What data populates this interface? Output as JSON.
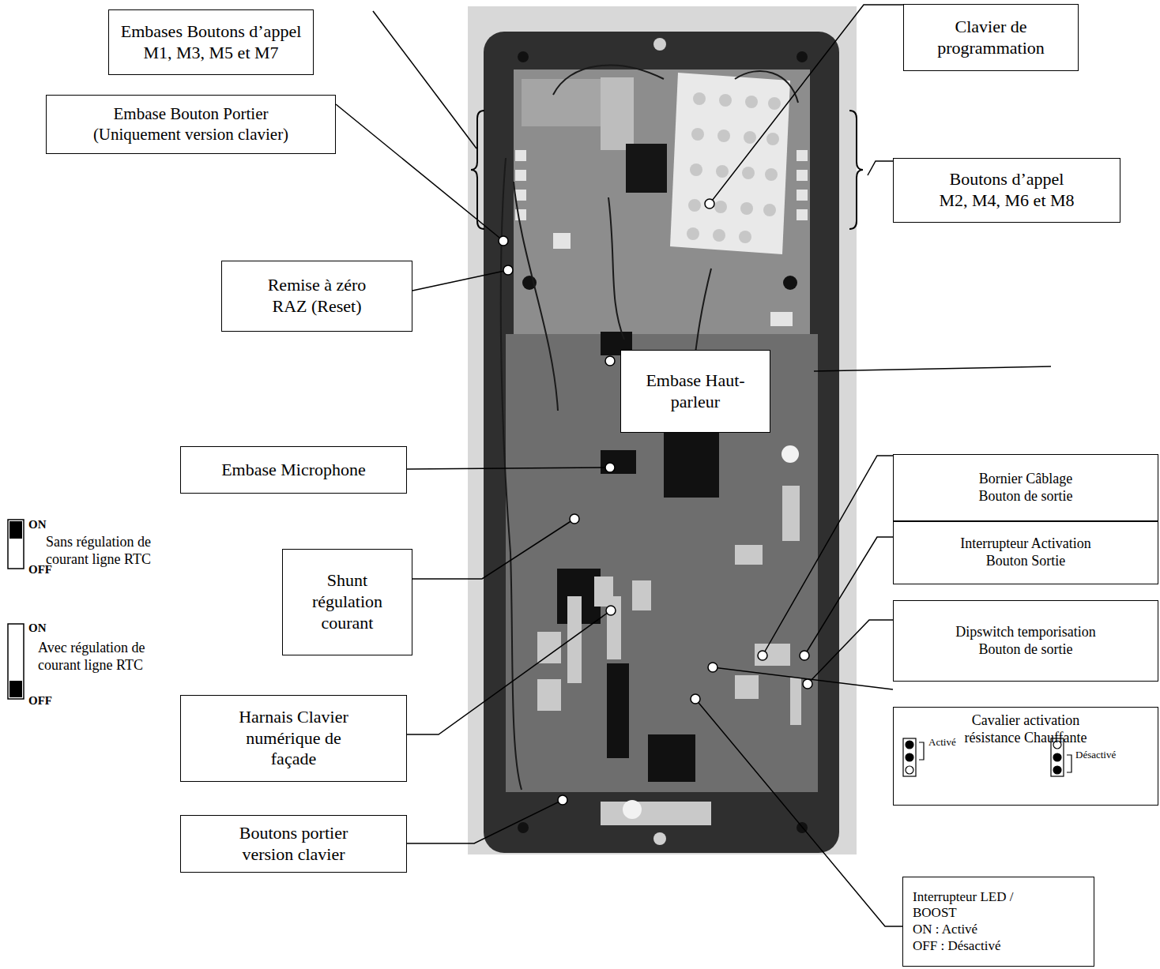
{
  "diagram": {
    "nodes": [
      {
        "text": [
          "Embases Boutons d’appel M1, M3, M5 et M7"
        ]
      },
      {
        "text": [
          "Clavier de programmation"
        ]
      },
      {
        "text": [
          "Embase Bouton Portier (Uniquement version clavier)"
        ]
      },
      {
        "text": [
          "Boutons d’appel M2, M4, M6 et M8"
        ]
      },
      {
        "text": [
          "Remise à zéro RAZ (Reset)"
        ]
      },
      {
        "text": [
          "Embase Haut-parleur"
        ]
      },
      {
        "text": [
          "Embase Microphone"
        ]
      },
      {
        "text": [
          "Bornier Câblage Bouton de sortie"
        ]
      },
      {
        "text": [
          "Interrupteur Activation Bouton Sortie"
        ]
      },
      {
        "text": [
          "Shunt régulation courant"
        ]
      },
      {
        "text": [
          "Dipswitch temporisation Bouton de sortie"
        ]
      },
      {
        "text": [
          "Harnais Clavier numérique de façade"
        ]
      },
      {
        "text": [
          "Cavalier activation résistance Chauffante",
          "Activé",
          "Désactivé"
        ]
      },
      {
        "text": [
          "Boutons portier version clavier"
        ]
      },
      {
        "text": [
          "Interrupteur LED / BOOST",
          "ON : Activé",
          "OFF : Désactivé"
        ]
      }
    ],
    "labels": [
      "ON",
      "OFF",
      "Sans régulation de courant ligne RTC",
      "ON",
      "OFF",
      "Avec régulation de courant ligne RTC"
    ]
  }
}
